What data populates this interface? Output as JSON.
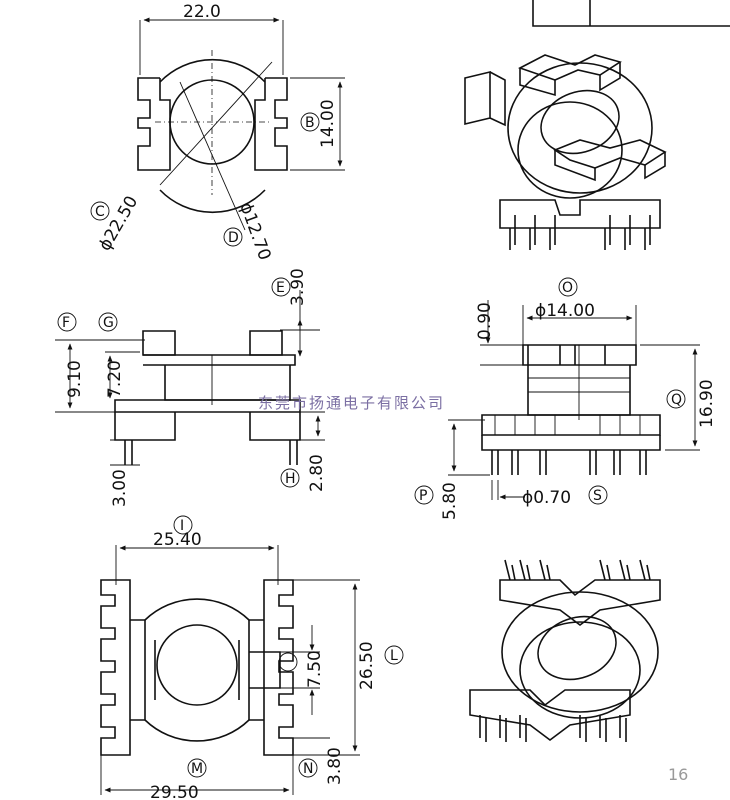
{
  "page_number": "16",
  "watermark": "东莞市扬通电子有限公司",
  "top_view": {
    "width_dim": "22.0",
    "height_dim": "14.00",
    "outer_dia": "ϕ22.50",
    "inner_dia": "ϕ12.70",
    "labels": {
      "b": "B",
      "c": "C",
      "d": "D"
    }
  },
  "side_view": {
    "d_e": "3.90",
    "d_f": "9.10",
    "d_g": "7.20",
    "d_h": "2.80",
    "d_pin": "3.00",
    "labels": {
      "e": "E",
      "f": "F",
      "g": "G",
      "h": "H"
    }
  },
  "front_view": {
    "d_top": "0.90",
    "d_core": "ϕ14.00",
    "d_height": "16.90",
    "d_pin_len": "5.80",
    "d_pin_dia": "ϕ0.70",
    "labels": {
      "o": "O",
      "p": "P",
      "q": "Q",
      "s": "S"
    }
  },
  "bottom_view": {
    "d_inner_width": "25.40",
    "d_outer_width": "29.50",
    "d_height": "26.50",
    "d_center": "7.50",
    "d_slot": "3.80",
    "labels": {
      "i": "I",
      "l": "L",
      "m": "M",
      "n": "N"
    }
  }
}
